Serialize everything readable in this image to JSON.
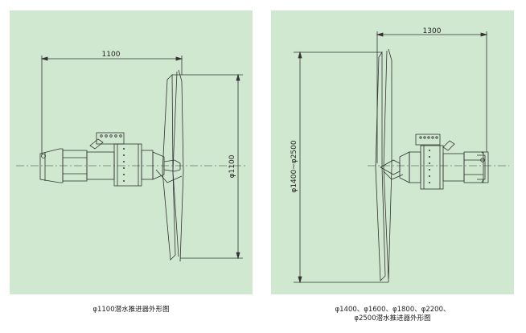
{
  "figures": [
    {
      "id": "left",
      "width_dimension": "1100",
      "diameter_dimension": "φ1100",
      "caption": "φ1100潜水推进器外形图"
    },
    {
      "id": "right",
      "width_dimension": "1300",
      "diameter_dimension": "φ1400~φ2500",
      "caption_line1": "φ1400、φ1600、φ1800、φ2200、",
      "caption_line2": "φ2500潜水推进器外形图"
    }
  ],
  "colors": {
    "panel_bg": "#cfe8cf",
    "line": "#333333"
  }
}
